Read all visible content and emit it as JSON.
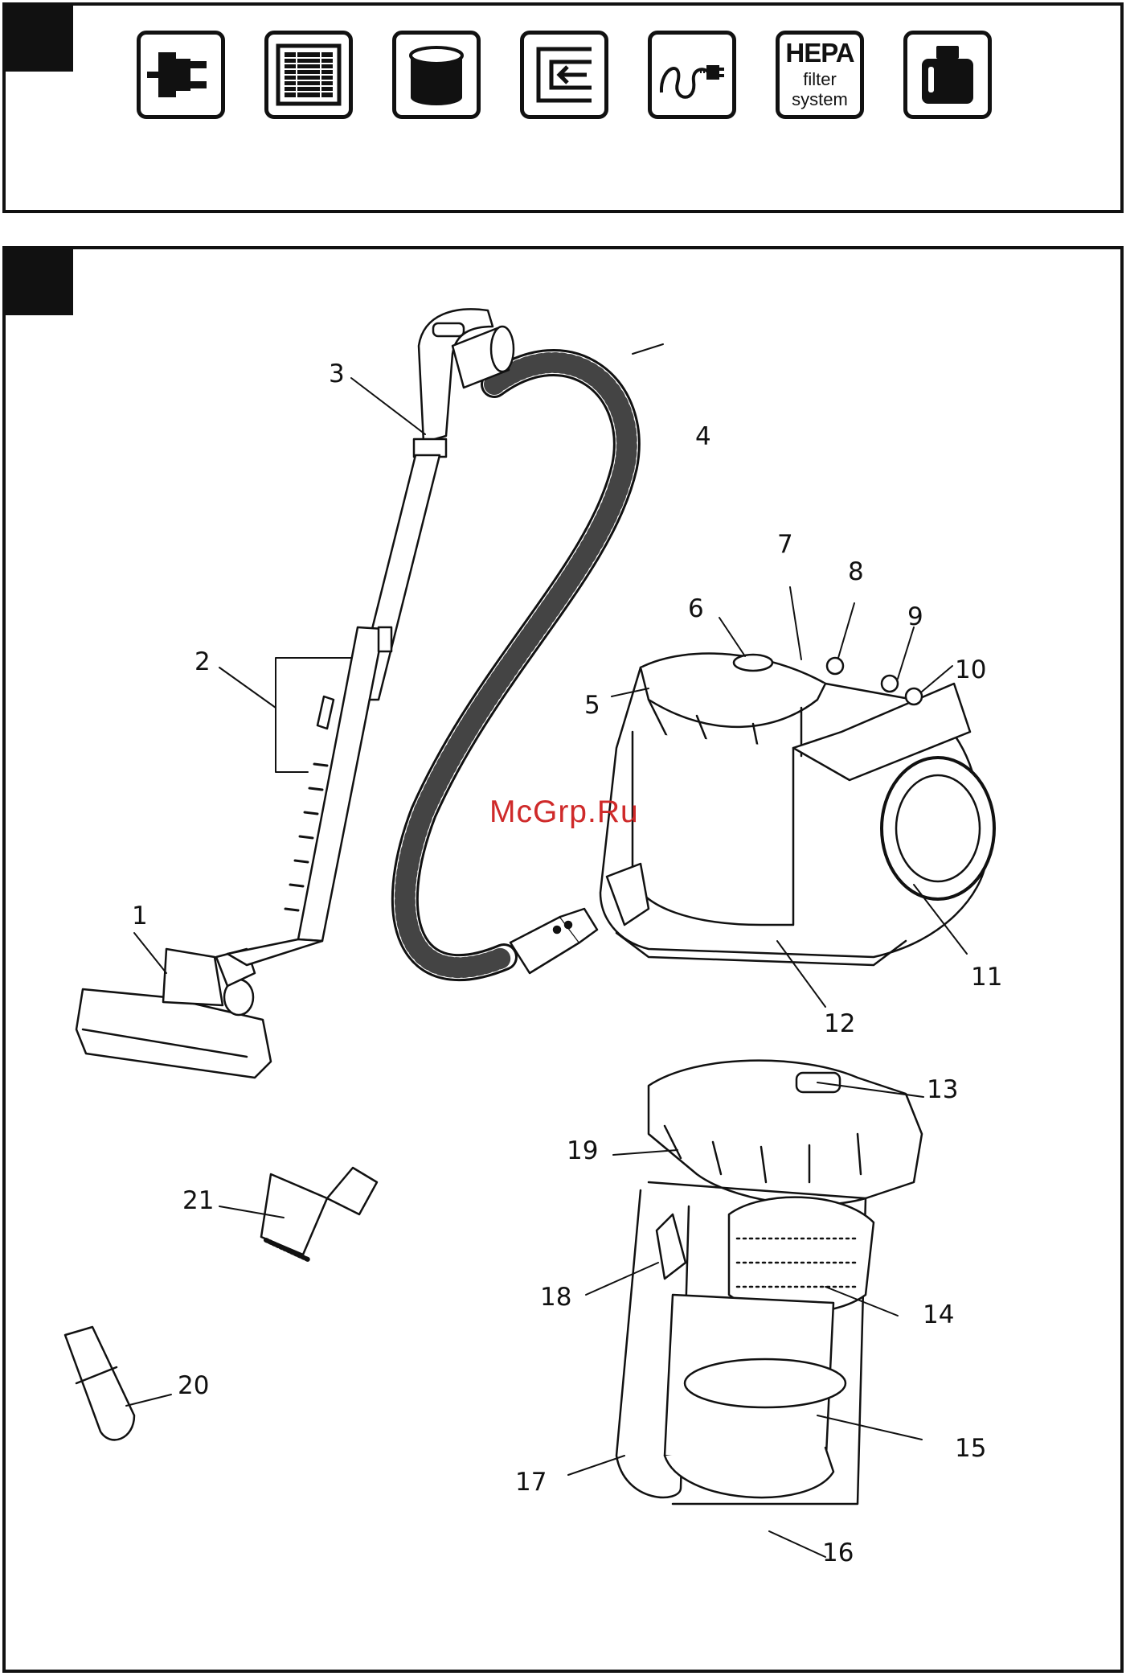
{
  "feature_icons": [
    {
      "icon": "power-plug-icon"
    },
    {
      "icon": "filter-grid-icon"
    },
    {
      "icon": "dust-container-icon"
    },
    {
      "icon": "telescopic-tube-icon"
    },
    {
      "icon": "power-cord-icon"
    },
    {
      "icon": "hepa-filter-icon",
      "line1": "HEPA",
      "line2": "filter",
      "line3": "system"
    },
    {
      "icon": "weight-icon"
    }
  ],
  "callouts": {
    "c1": "1",
    "c2": "2",
    "c3": "3",
    "c4": "4",
    "c5": "5",
    "c6": "6",
    "c7": "7",
    "c8": "8",
    "c9": "9",
    "c10": "10",
    "c11": "11",
    "c12": "12",
    "c13": "13",
    "c14": "14",
    "c15": "15",
    "c16": "16",
    "c17": "17",
    "c18": "18",
    "c19": "19",
    "c20": "20",
    "c21": "21"
  },
  "watermark": "McGrp.Ru",
  "colors": {
    "line": "#111111",
    "watermark": "#cf2a2a"
  }
}
